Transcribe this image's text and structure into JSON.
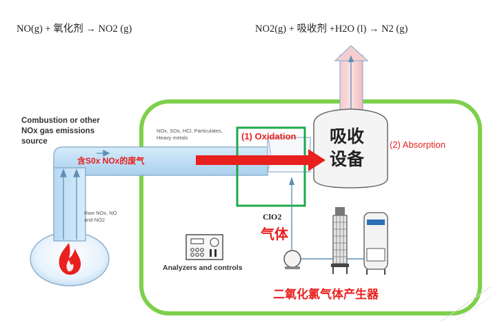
{
  "equation_left": "NO(g) + 氧化剂 → NO2 (g)",
  "equation_right": "NO2(g) + 吸收剂 +H2O (l) → N2 (g)",
  "source_label": "Combustion or other NOx gas emissions source",
  "duct_label": "含S0x NOx的废气",
  "pollutants_label": "NOx, SOx, HCl, Particulates, Heavy metals",
  "raw_nox_label": "Raw NOx, NO and NO2",
  "oxidation_label": "(1) Oxidation",
  "absorption_label": "(2) Absorption",
  "absorber_text_line1": "吸收",
  "absorber_text_line2": "设备",
  "clo2_label": "ClO2",
  "gas_label": "气体",
  "analyzers_label": "Analyzers and controls",
  "generator_label": "二氧化氯气体产生器",
  "colors": {
    "green_border": "#7ed04b",
    "oxidation_box": "#1ea84a",
    "red": "#e8201e",
    "duct_fill": "#bcdcf5",
    "duct_stroke": "#8fb2cf",
    "blue_line": "#5d8fb8"
  }
}
